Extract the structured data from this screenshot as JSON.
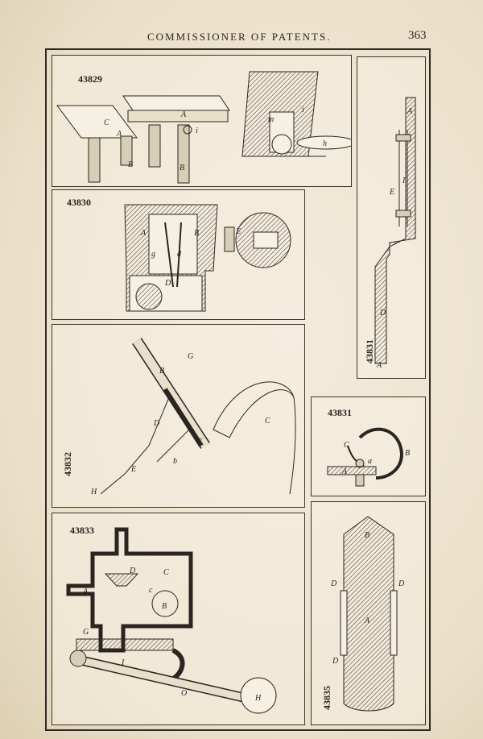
{
  "header": {
    "title": "COMMISSIONER OF PATENTS.",
    "page_number": "363"
  },
  "figures": [
    {
      "id": "fig-43829",
      "number": "43829"
    },
    {
      "id": "fig-43830",
      "number": "43830"
    },
    {
      "id": "fig-43831-tall",
      "number": "43831"
    },
    {
      "id": "fig-43832",
      "number": "43832"
    },
    {
      "id": "fig-43831-small",
      "number": "43831"
    },
    {
      "id": "fig-43833",
      "number": "43833"
    },
    {
      "id": "fig-43835",
      "number": "43835"
    }
  ],
  "colors": {
    "paper": "#efe6d3",
    "ink": "#2a2520"
  }
}
